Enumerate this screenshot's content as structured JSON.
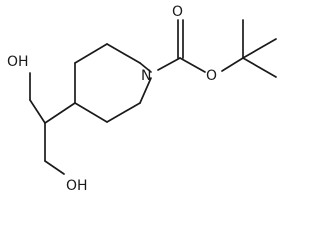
{
  "molecule": {
    "atoms": {
      "hydroxyl_top": "OH",
      "hydroxyl_bottom": "OH",
      "ring_nitrogen": "N",
      "carbonyl_oxygen": "O",
      "ester_oxygen": "O"
    },
    "colors": {
      "ink": "#1a1a1a",
      "background": "#ffffff"
    }
  }
}
